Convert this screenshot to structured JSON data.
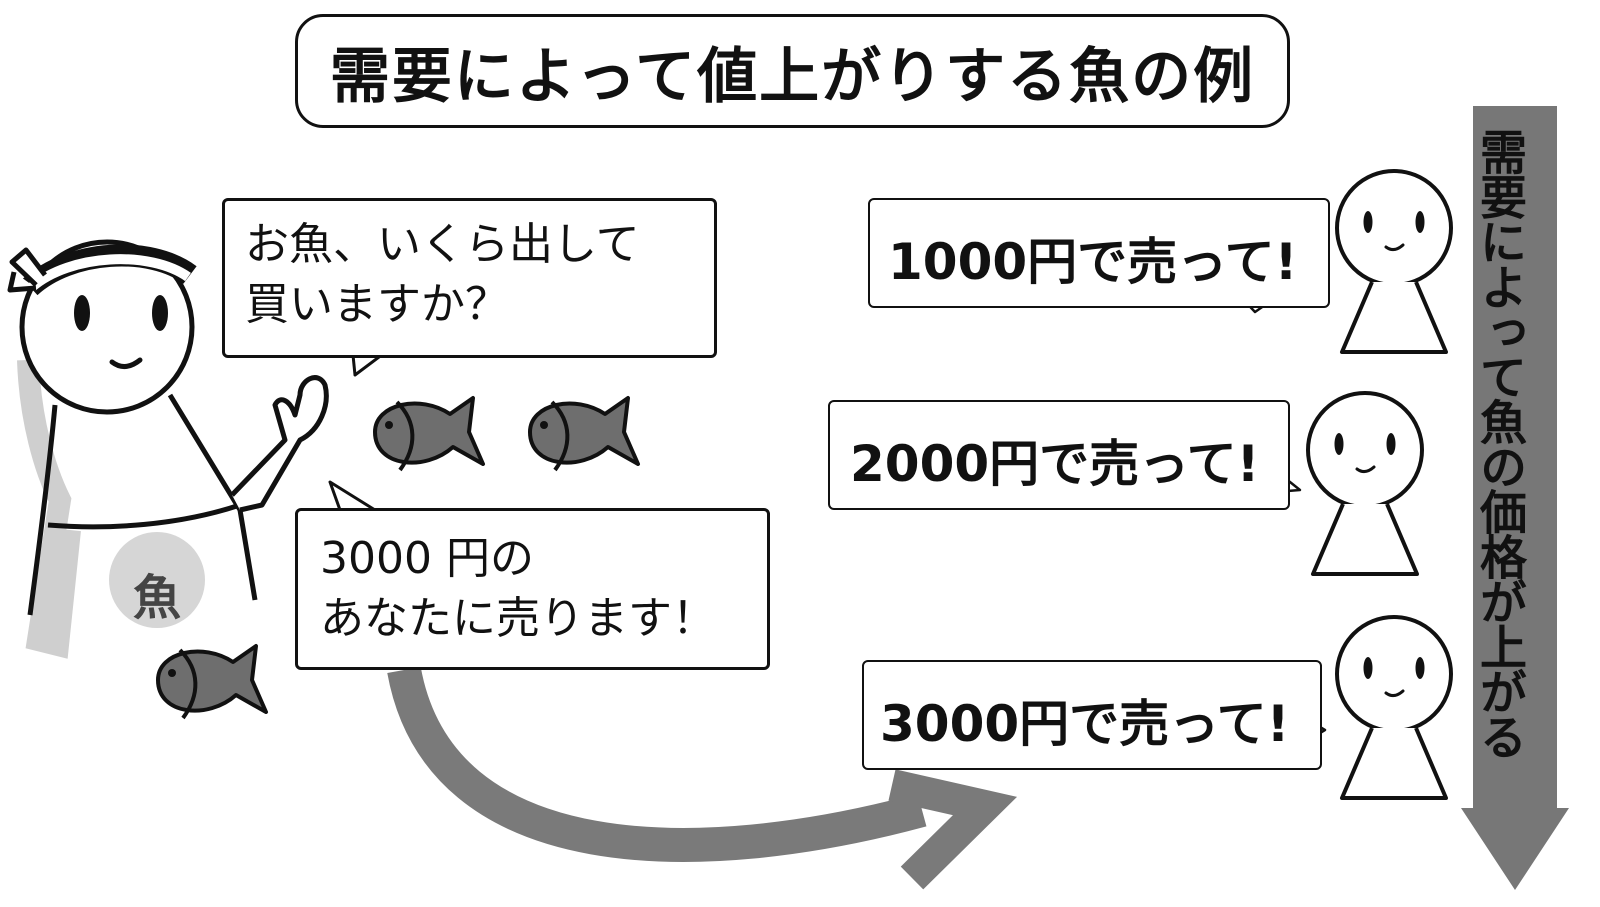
{
  "title": "需要によって値上がりする魚の例",
  "seller": {
    "question": "お魚、いくら出して\n買いますか？",
    "answer": "3000 円の\nあなたに売ります！",
    "apron_kanji": "魚"
  },
  "offers": [
    {
      "text": "1000円で売って!"
    },
    {
      "text": "2000円で売って!"
    },
    {
      "text": "3000円で売って!"
    }
  ],
  "side_label": "需要によって魚の価格が上がる",
  "colors": {
    "fish": "#6e6e6e",
    "arrow": "#7a7a7a",
    "side_arrow": "#777777",
    "shadow": "#cfcfcf",
    "outline": "#111111"
  }
}
